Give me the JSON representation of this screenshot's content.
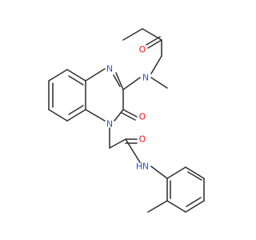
{
  "molecule": {
    "atoms": {
      "o_propanoyl": "O",
      "n_amide_methyl": "N",
      "n_ring_upper": "N",
      "o_ring": "O",
      "n_ring_lower": "N",
      "o_acetamide": "O",
      "n_anilide": "N",
      "h_anilide": "H"
    },
    "colors": {
      "bond": "#303030",
      "oxygen": "#ff0d0d",
      "nitrogen": "#3050f8"
    }
  }
}
